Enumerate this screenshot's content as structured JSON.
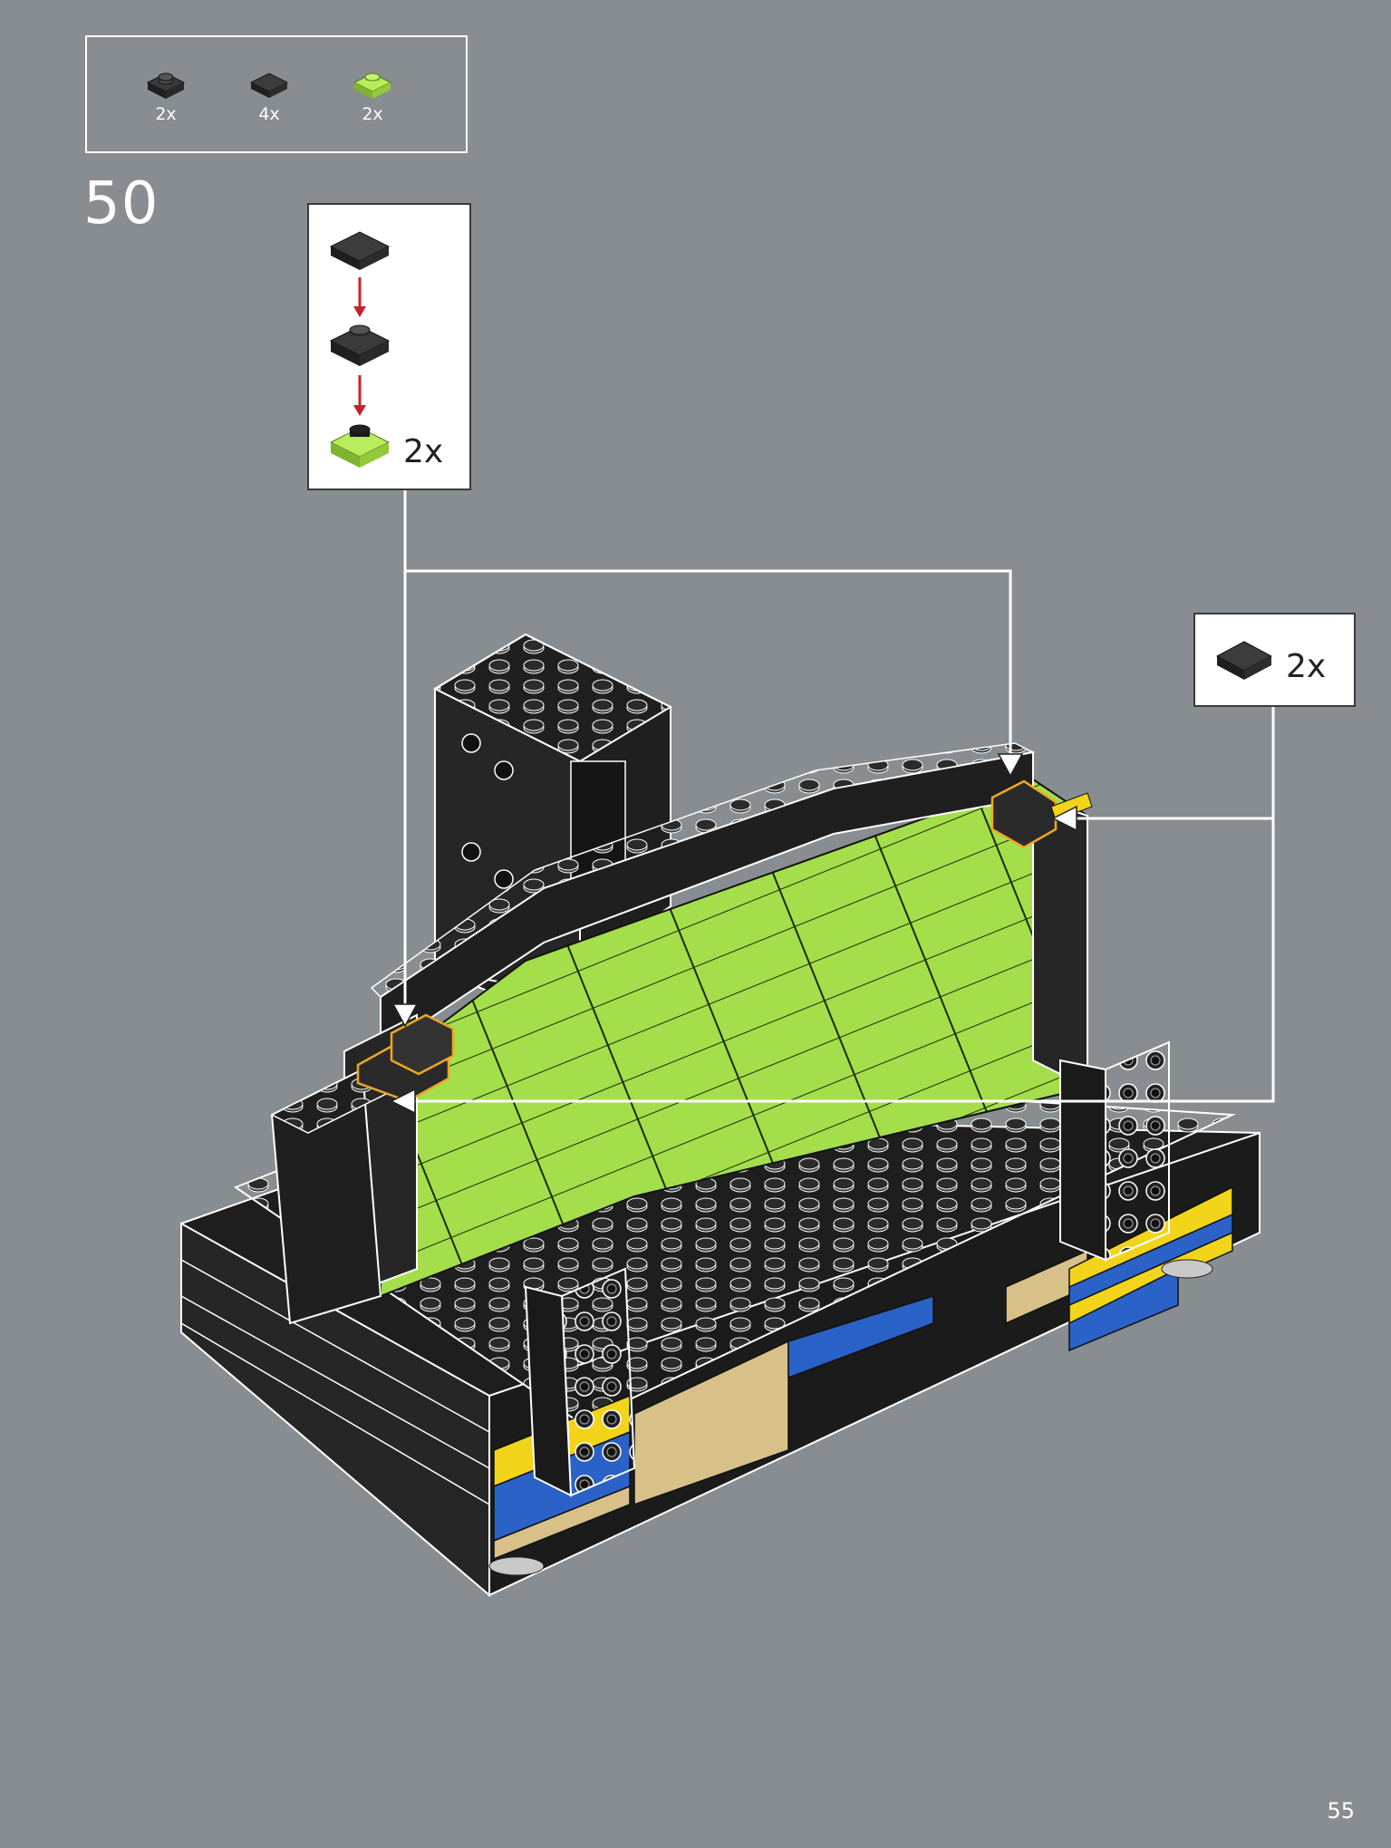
{
  "step": {
    "number": "50"
  },
  "parts_list": {
    "items": [
      {
        "icon": "round-plate-black-icon",
        "qty": "2x",
        "color": "#2b2b2b"
      },
      {
        "icon": "tile-black-icon",
        "qty": "4x",
        "color": "#2b2b2b"
      },
      {
        "icon": "round-plate-lime-icon",
        "qty": "2x",
        "color": "#a4de4a"
      }
    ]
  },
  "callouts": [
    {
      "stack": [
        "tile-black-icon",
        "round-plate-black-icon",
        "round-plate-lime-icon"
      ],
      "qty": "2x"
    },
    {
      "stack": [
        "tile-black-icon"
      ],
      "qty": "2x"
    }
  ],
  "page": {
    "number": "55"
  },
  "colors": {
    "background": "#878d90",
    "lime": "#a4de4a",
    "black": "#2b2b2b",
    "blue": "#2a62c8",
    "yellow": "#f2d51a",
    "tan": "#d7c188",
    "highlight": "#f0a623",
    "arrow_red": "#c8202a"
  }
}
